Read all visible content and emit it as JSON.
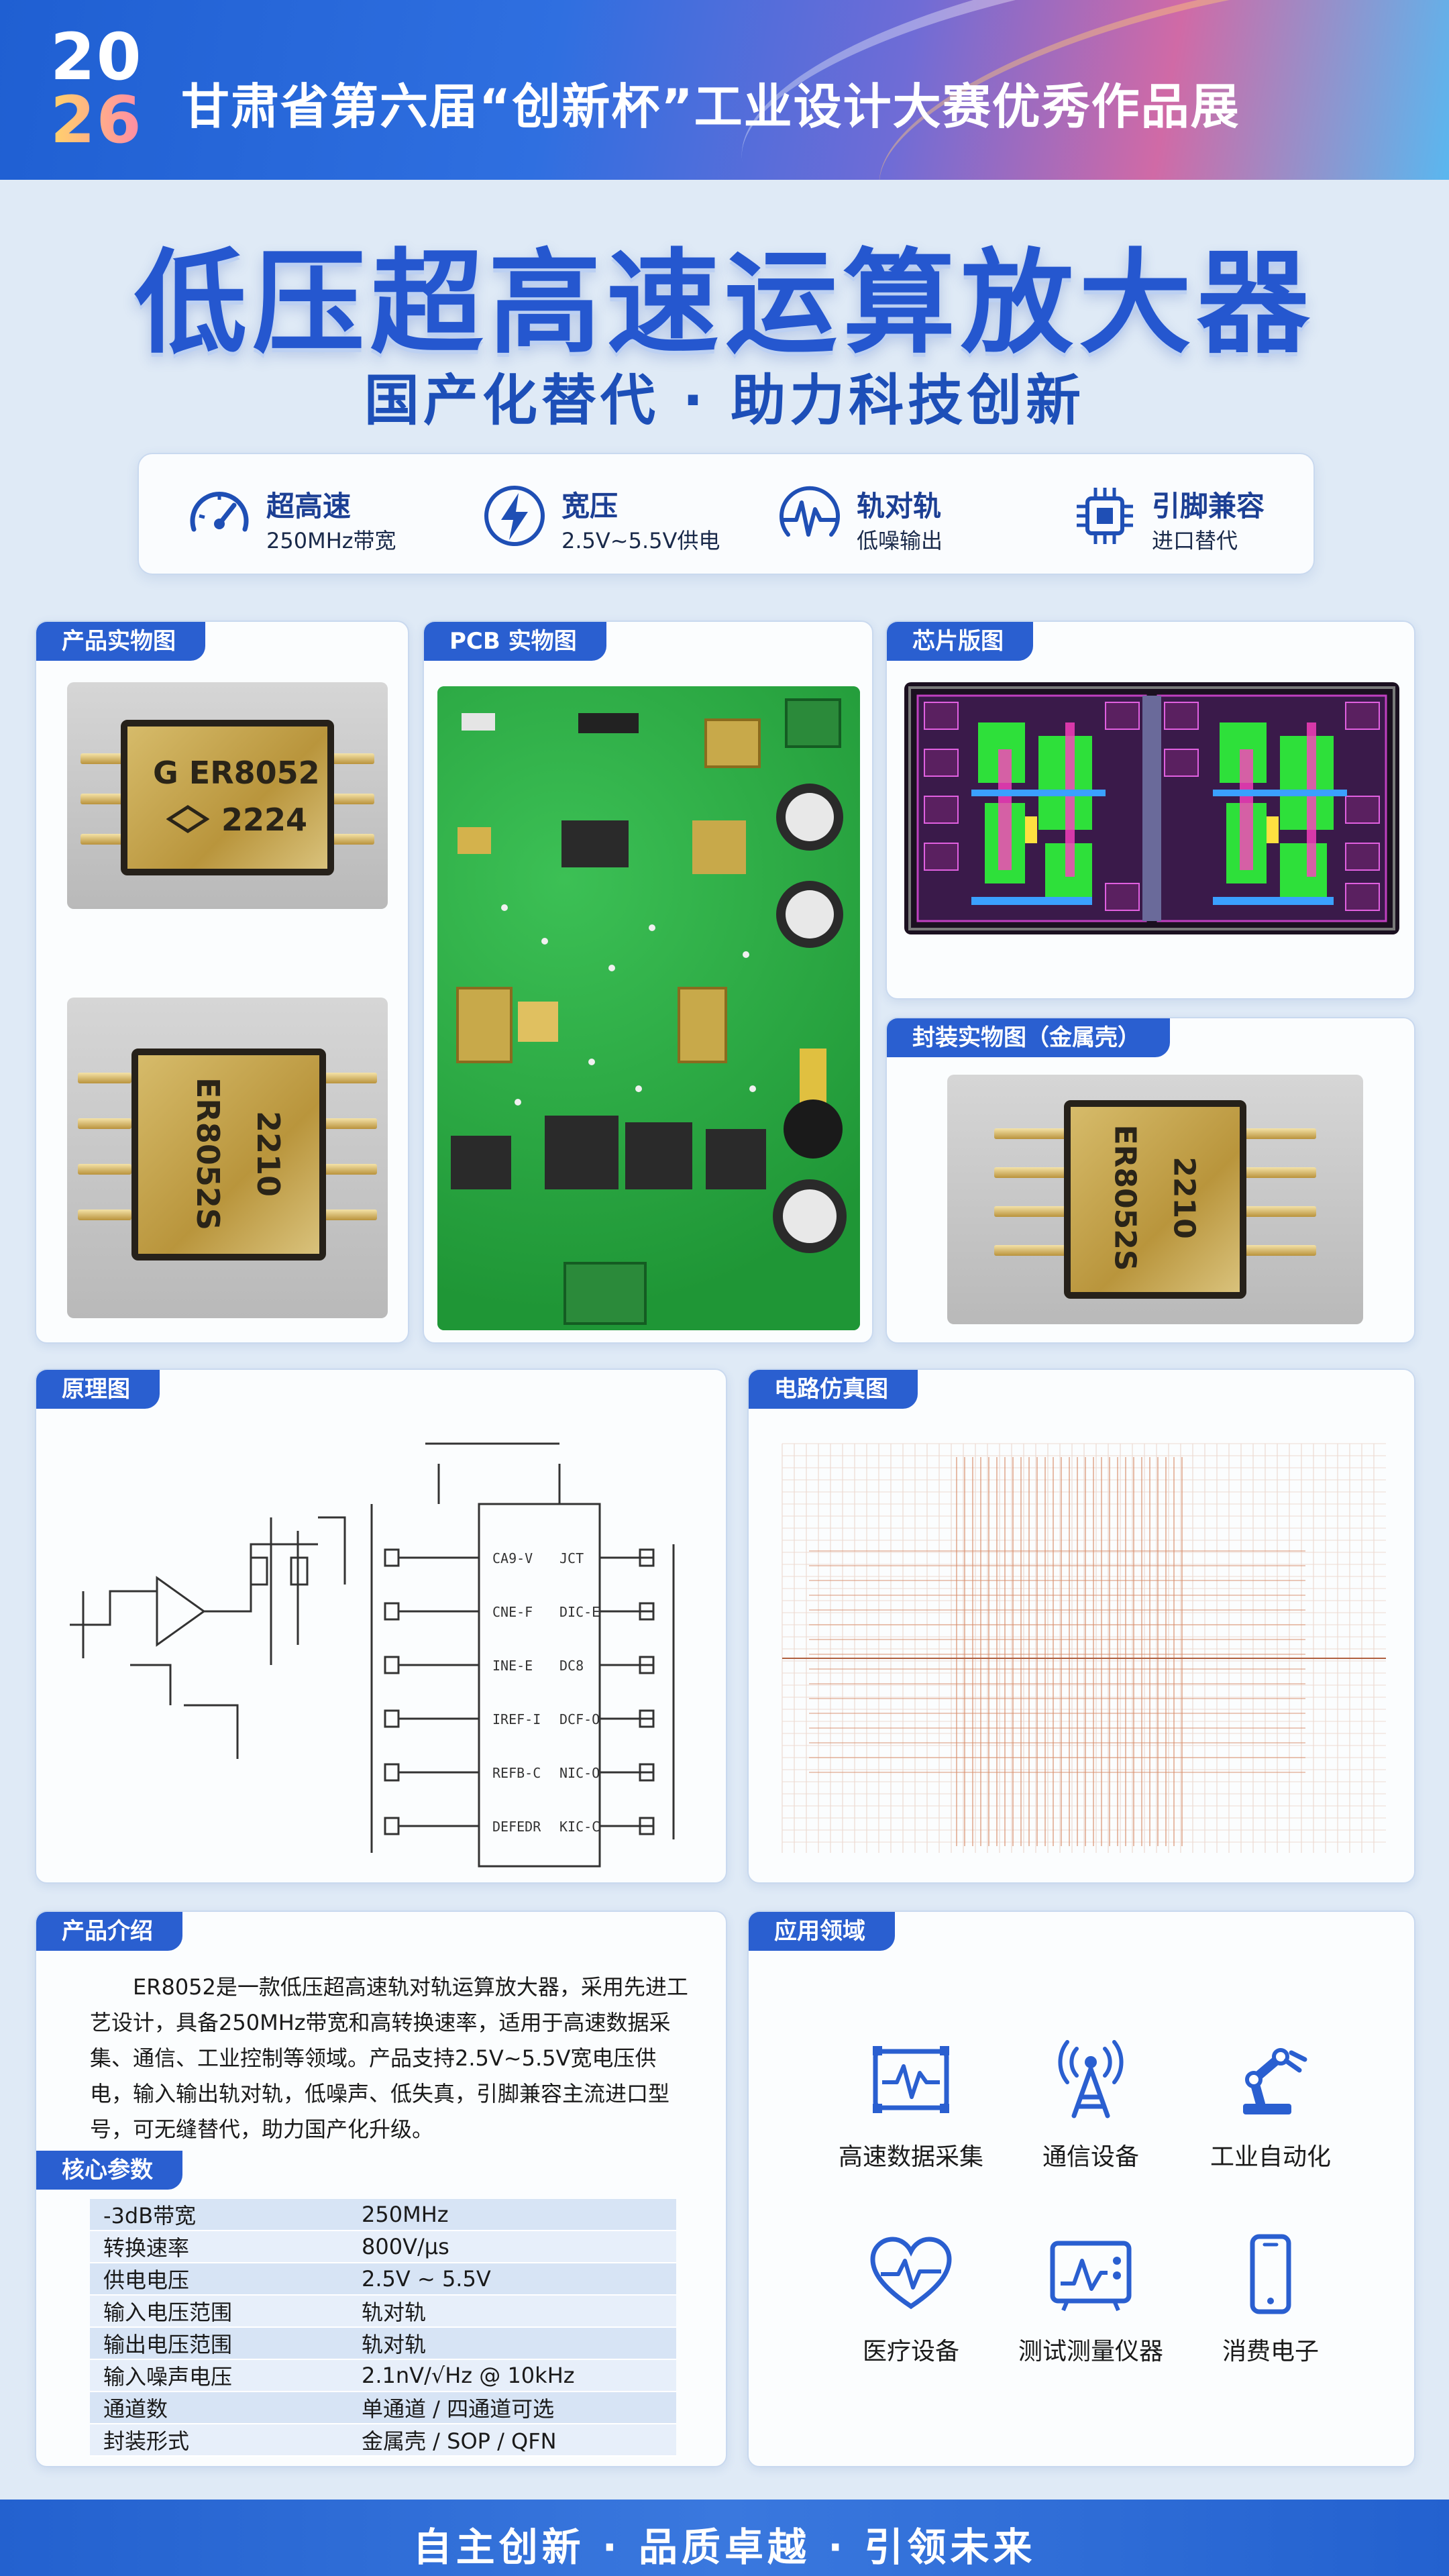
{
  "header": {
    "year_top": "20",
    "year_bottom": "26",
    "title": "甘肃省第六届“创新杯”工业设计大赛优秀作品展"
  },
  "main_title": "低压超高速运算放大器",
  "subtitle": "国产化替代 · 助力科技创新",
  "features": [
    {
      "title": "超高速",
      "sub": "250MHz带宽",
      "icon": "speedometer-icon"
    },
    {
      "title": "宽压",
      "sub": "2.5V~5.5V供电",
      "icon": "lightning-icon"
    },
    {
      "title": "轨对轨",
      "sub": "低噪输出",
      "icon": "waveform-icon"
    },
    {
      "title": "引脚兼容",
      "sub": "进口替代",
      "icon": "chip-icon"
    }
  ],
  "panels": {
    "product_photo": "产品实物图",
    "pcb_photo": "PCB 实物图",
    "chip_layout": "芯片版图",
    "package_photo": "封装实物图（金属壳）",
    "schematic": "原理图",
    "simulation": "电路仿真图",
    "intro": "产品介绍",
    "params": "核心参数",
    "applications": "应用领域"
  },
  "chip_marks": {
    "top_line1": "G ER8052",
    "top_line2": "2224",
    "bottom_line1": "ER8052S",
    "bottom_line2": "2210",
    "package_line1": "ER8052S",
    "package_line2": "2210"
  },
  "intro_text": "ER8052是一款低压超高速轨对轨运算放大器，采用先进工艺设计，具备250MHz带宽和高转换速率，适用于高速数据采集、通信、工业控制等领域。产品支持2.5V~5.5V宽电压供电，输入输出轨对轨，低噪声、低失真，引脚兼容主流进口型号，可无缝替代，助力国产化升级。",
  "params": [
    {
      "k": "-3dB带宽",
      "v": "250MHz"
    },
    {
      "k": "转换速率",
      "v": "800V/μs"
    },
    {
      "k": "供电电压",
      "v": "2.5V ~ 5.5V"
    },
    {
      "k": "输入电压范围",
      "v": "轨对轨"
    },
    {
      "k": "输出电压范围",
      "v": "轨对轨"
    },
    {
      "k": "输入噪声电压",
      "v": "2.1nV/√Hz @ 10kHz"
    },
    {
      "k": "通道数",
      "v": "单通道 / 四通道可选"
    },
    {
      "k": "封装形式",
      "v": "金属壳 / SOP / QFN"
    }
  ],
  "applications": [
    {
      "label": "高速数据采集",
      "icon": "data-acquisition-icon"
    },
    {
      "label": "通信设备",
      "icon": "antenna-tower-icon"
    },
    {
      "label": "工业自动化",
      "icon": "robot-arm-icon"
    },
    {
      "label": "医疗设备",
      "icon": "heart-pulse-icon"
    },
    {
      "label": "测试测量仪器",
      "icon": "oscilloscope-icon"
    },
    {
      "label": "消费电子",
      "icon": "smartphone-icon"
    }
  ],
  "footer": "自主创新 · 品质卓越 · 引领未来",
  "colors": {
    "brand_blue": "#2a5fd0",
    "title_blue": "#2557cf",
    "navy": "#1c3f94"
  }
}
